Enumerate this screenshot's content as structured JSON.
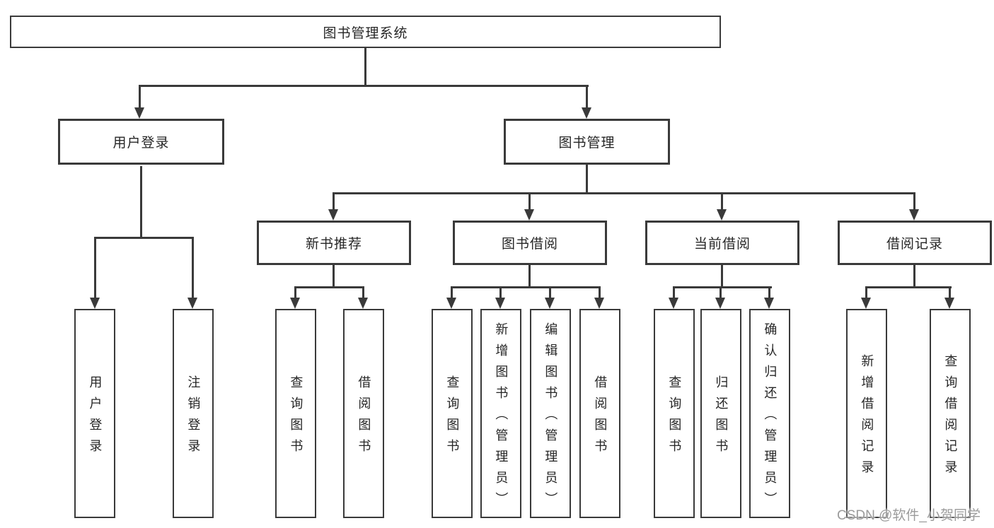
{
  "diagram": {
    "root": {
      "label": "图书管理系统"
    },
    "branches": [
      {
        "label": "用户登录",
        "children": [
          {
            "label": "用户登录"
          },
          {
            "label": "注销登录"
          }
        ]
      },
      {
        "label": "图书管理",
        "children": [
          {
            "label": "新书推荐",
            "children": [
              {
                "label": "查询图书"
              },
              {
                "label": "借阅图书"
              }
            ]
          },
          {
            "label": "图书借阅",
            "children": [
              {
                "label": "查询图书"
              },
              {
                "label": "新增图书（管理员）"
              },
              {
                "label": "编辑图书（管理员）"
              },
              {
                "label": "借阅图书"
              }
            ]
          },
          {
            "label": "当前借阅",
            "children": [
              {
                "label": "查询图书"
              },
              {
                "label": "归还图书"
              },
              {
                "label": "确认归还（管理员）"
              }
            ]
          },
          {
            "label": "借阅记录",
            "children": [
              {
                "label": "新增借阅记录"
              },
              {
                "label": "查询借阅记录"
              }
            ]
          }
        ]
      }
    ]
  },
  "watermark": {
    "text": "CSDN @软件_小贺同学"
  },
  "colors": {
    "line": "#3a3a3a",
    "text": "#262626",
    "background": "#ffffff",
    "watermark": "#9b9b9b"
  }
}
